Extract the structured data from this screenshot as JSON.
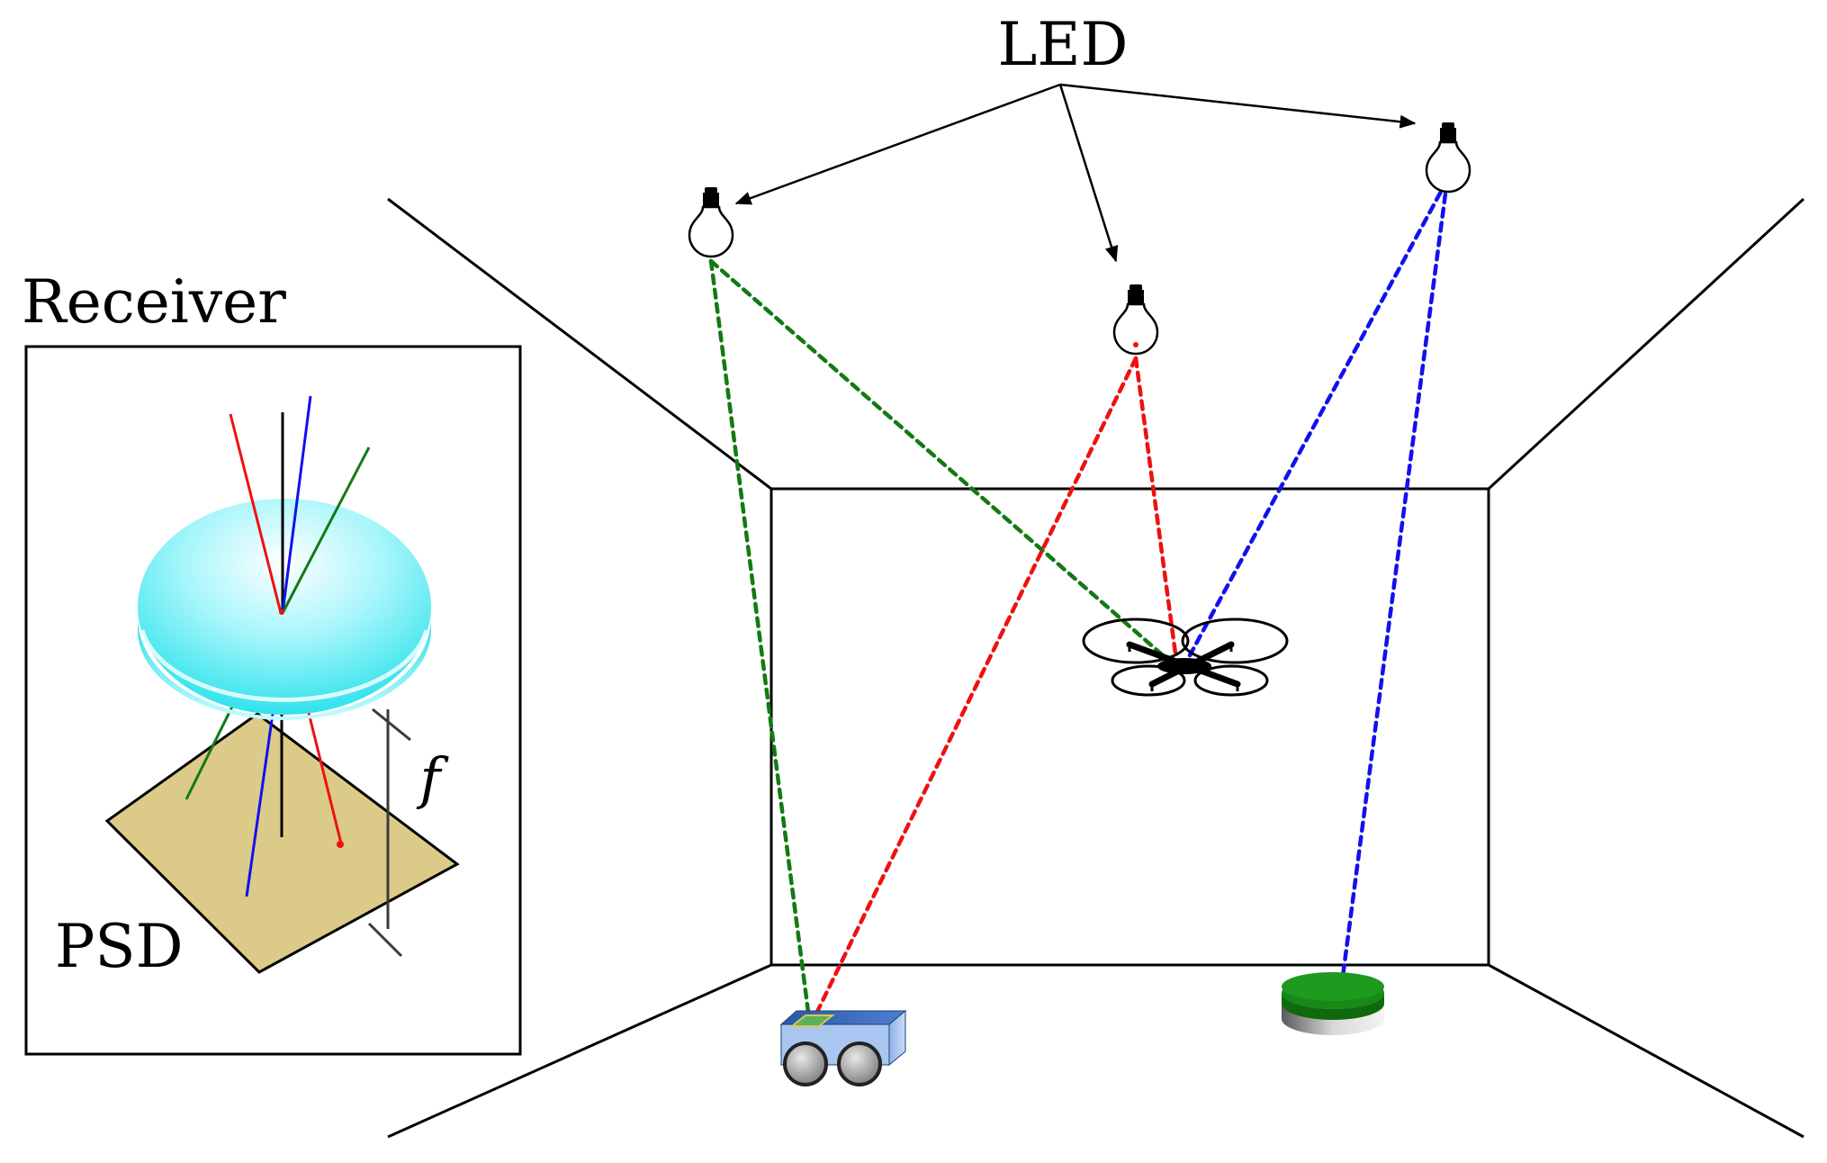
{
  "labels": {
    "led": "LED",
    "receiver": "Receiver",
    "psd": "PSD",
    "focal": "f"
  },
  "colors": {
    "green_link": "#137a13",
    "red_link": "#ee1111",
    "blue_link": "#1111ee",
    "lens": "#3ee8f0",
    "psd_plate": "#dccb88",
    "robot_body": "#5b86c7",
    "platform_top": "#168a16"
  },
  "icons": {
    "led": "light-bulb-icon",
    "drone": "quadcopter-icon",
    "robot": "ground-robot-icon",
    "platform": "round-platform-icon"
  }
}
